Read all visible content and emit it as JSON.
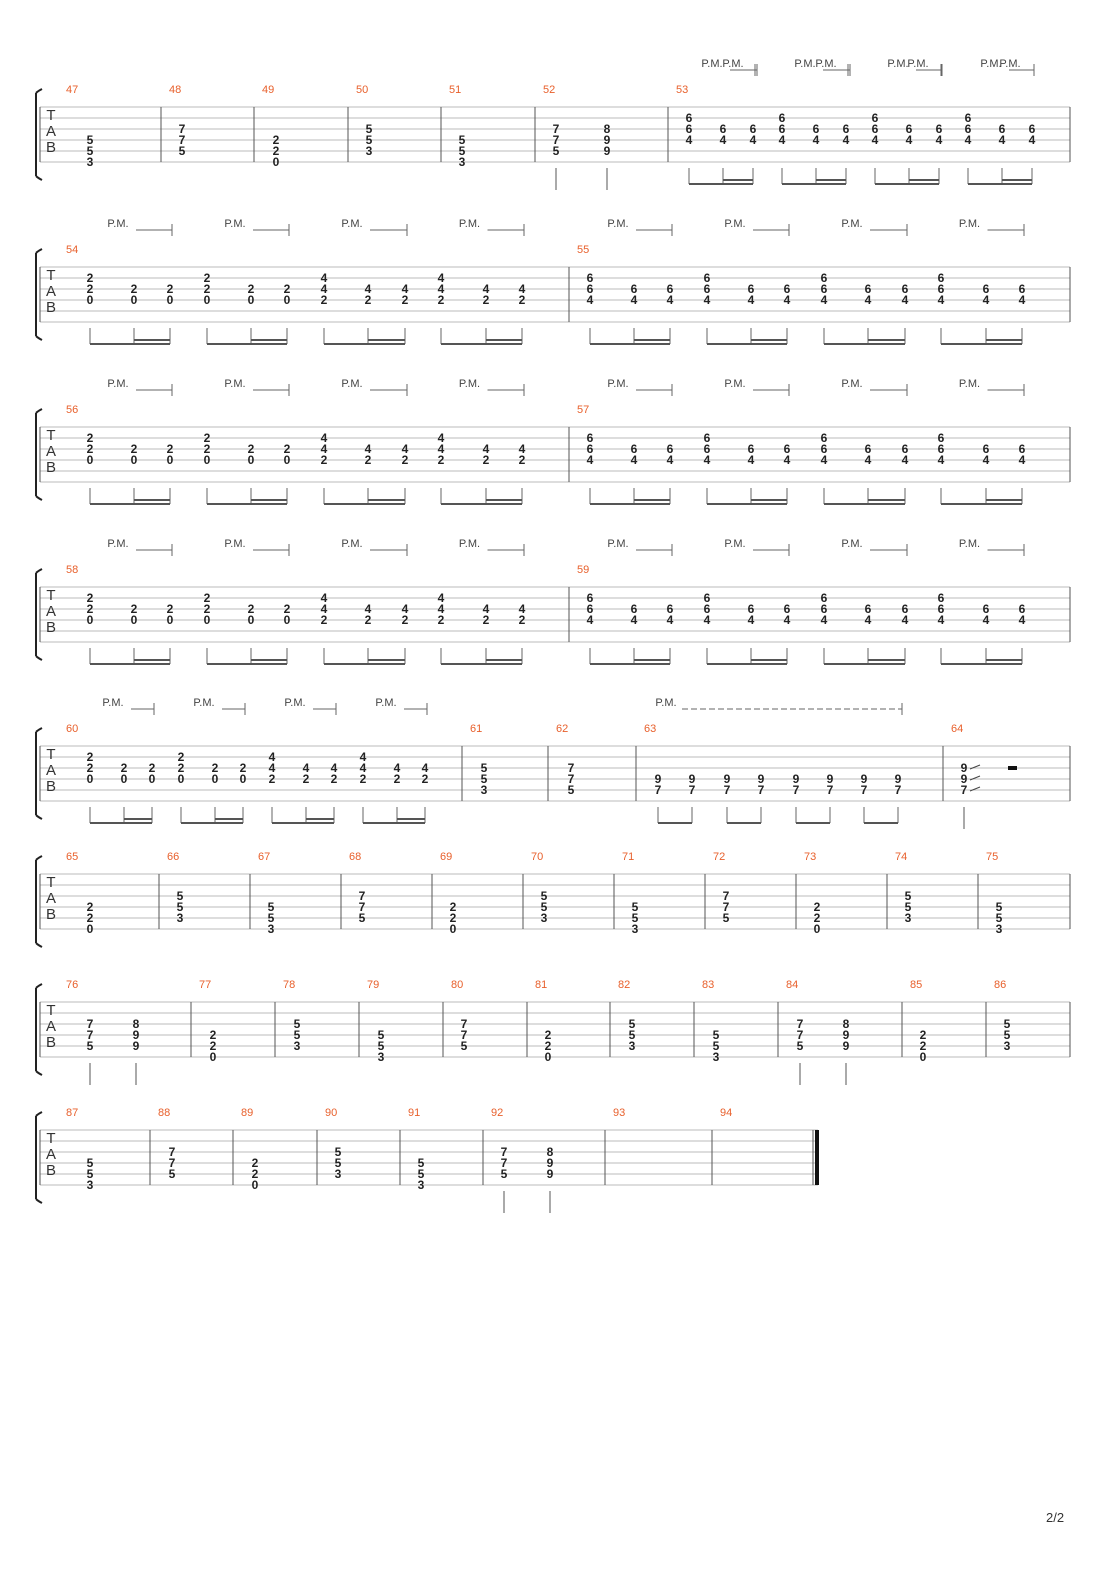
{
  "page": {
    "page_number": "2/2"
  },
  "tab_clef": [
    "T",
    "A",
    "B"
  ],
  "palm_mute_label": "P.M.",
  "rows": [
    {
      "measures": [
        {
          "number": "47",
          "chords": [
            [
              "5",
              "5",
              "3"
            ]
          ]
        },
        {
          "number": "48",
          "chords": [
            [
              "7",
              "7",
              "5"
            ]
          ]
        },
        {
          "number": "49",
          "chords": [
            [
              "2",
              "2",
              "0"
            ]
          ]
        },
        {
          "number": "50",
          "chords": [
            [
              "5",
              "5",
              "3"
            ]
          ]
        },
        {
          "number": "51",
          "chords": [
            [
              "5",
              "5",
              "3"
            ]
          ]
        },
        {
          "number": "52",
          "chords": [
            [
              "7",
              "7",
              "5"
            ],
            [
              "8",
              "9",
              "9"
            ]
          ]
        },
        {
          "number": "53",
          "chords": [
            [
              "6",
              "6",
              "4"
            ],
            [
              "6",
              "4"
            ],
            [
              "6",
              "4"
            ],
            [
              "6",
              "6",
              "4"
            ],
            [
              "6",
              "4"
            ],
            [
              "6",
              "4"
            ],
            [
              "6",
              "6",
              "4"
            ],
            [
              "6",
              "4"
            ],
            [
              "6",
              "4"
            ],
            [
              "6",
              "6",
              "4"
            ],
            [
              "6",
              "4"
            ],
            [
              "6",
              "4"
            ]
          ]
        }
      ]
    },
    {
      "measures": [
        {
          "number": "54",
          "chords": [
            [
              "2",
              "2",
              "0"
            ],
            [
              "2",
              "0"
            ],
            [
              "2",
              "0"
            ],
            [
              "2",
              "2",
              "0"
            ],
            [
              "2",
              "0"
            ],
            [
              "2",
              "0"
            ],
            [
              "4",
              "4",
              "2"
            ],
            [
              "4",
              "2"
            ],
            [
              "4",
              "2"
            ],
            [
              "4",
              "4",
              "2"
            ],
            [
              "4",
              "2"
            ],
            [
              "4",
              "2"
            ]
          ]
        },
        {
          "number": "55",
          "chords": [
            [
              "6",
              "6",
              "4"
            ],
            [
              "6",
              "4"
            ],
            [
              "6",
              "4"
            ],
            [
              "6",
              "6",
              "4"
            ],
            [
              "6",
              "4"
            ],
            [
              "6",
              "4"
            ],
            [
              "6",
              "6",
              "4"
            ],
            [
              "6",
              "4"
            ],
            [
              "6",
              "4"
            ],
            [
              "6",
              "6",
              "4"
            ],
            [
              "6",
              "4"
            ],
            [
              "6",
              "4"
            ]
          ]
        }
      ]
    },
    {
      "measures": [
        {
          "number": "56",
          "chords": [
            [
              "2",
              "2",
              "0"
            ],
            [
              "2",
              "0"
            ],
            [
              "2",
              "0"
            ],
            [
              "2",
              "2",
              "0"
            ],
            [
              "2",
              "0"
            ],
            [
              "2",
              "0"
            ],
            [
              "4",
              "4",
              "2"
            ],
            [
              "4",
              "2"
            ],
            [
              "4",
              "2"
            ],
            [
              "4",
              "4",
              "2"
            ],
            [
              "4",
              "2"
            ],
            [
              "4",
              "2"
            ]
          ]
        },
        {
          "number": "57",
          "chords": [
            [
              "6",
              "6",
              "4"
            ],
            [
              "6",
              "4"
            ],
            [
              "6",
              "4"
            ],
            [
              "6",
              "6",
              "4"
            ],
            [
              "6",
              "4"
            ],
            [
              "6",
              "4"
            ],
            [
              "6",
              "6",
              "4"
            ],
            [
              "6",
              "4"
            ],
            [
              "6",
              "4"
            ],
            [
              "6",
              "6",
              "4"
            ],
            [
              "6",
              "4"
            ],
            [
              "6",
              "4"
            ]
          ]
        }
      ]
    },
    {
      "measures": [
        {
          "number": "58",
          "chords": [
            [
              "2",
              "2",
              "0"
            ],
            [
              "2",
              "0"
            ],
            [
              "2",
              "0"
            ],
            [
              "2",
              "2",
              "0"
            ],
            [
              "2",
              "0"
            ],
            [
              "2",
              "0"
            ],
            [
              "4",
              "4",
              "2"
            ],
            [
              "4",
              "2"
            ],
            [
              "4",
              "2"
            ],
            [
              "4",
              "4",
              "2"
            ],
            [
              "4",
              "2"
            ],
            [
              "4",
              "2"
            ]
          ]
        },
        {
          "number": "59",
          "chords": [
            [
              "6",
              "6",
              "4"
            ],
            [
              "6",
              "4"
            ],
            [
              "6",
              "4"
            ],
            [
              "6",
              "6",
              "4"
            ],
            [
              "6",
              "4"
            ],
            [
              "6",
              "4"
            ],
            [
              "6",
              "6",
              "4"
            ],
            [
              "6",
              "4"
            ],
            [
              "6",
              "4"
            ],
            [
              "6",
              "6",
              "4"
            ],
            [
              "6",
              "4"
            ],
            [
              "6",
              "4"
            ]
          ]
        }
      ]
    },
    {
      "measures": [
        {
          "number": "60",
          "chords": [
            [
              "2",
              "2",
              "0"
            ],
            [
              "2",
              "0"
            ],
            [
              "2",
              "0"
            ],
            [
              "2",
              "2",
              "0"
            ],
            [
              "2",
              "0"
            ],
            [
              "2",
              "0"
            ],
            [
              "4",
              "4",
              "2"
            ],
            [
              "4",
              "2"
            ],
            [
              "4",
              "2"
            ],
            [
              "4",
              "4",
              "2"
            ],
            [
              "4",
              "2"
            ],
            [
              "4",
              "2"
            ]
          ]
        },
        {
          "number": "61",
          "chords": [
            [
              "5",
              "5",
              "3"
            ]
          ]
        },
        {
          "number": "62",
          "chords": [
            [
              "7",
              "7",
              "5"
            ]
          ]
        },
        {
          "number": "63",
          "chords": [
            [
              "9",
              "7"
            ],
            [
              "9",
              "7"
            ],
            [
              "9",
              "7"
            ],
            [
              "9",
              "7"
            ],
            [
              "9",
              "7"
            ],
            [
              "9",
              "7"
            ],
            [
              "9",
              "7"
            ],
            [
              "9",
              "7"
            ]
          ]
        },
        {
          "number": "64",
          "chords": [
            [
              "9",
              "9",
              "7"
            ]
          ]
        }
      ]
    },
    {
      "measures": [
        {
          "number": "65",
          "chords": [
            [
              "2",
              "2",
              "0"
            ]
          ]
        },
        {
          "number": "66",
          "chords": [
            [
              "5",
              "5",
              "3"
            ]
          ]
        },
        {
          "number": "67",
          "chords": [
            [
              "5",
              "5",
              "3"
            ]
          ]
        },
        {
          "number": "68",
          "chords": [
            [
              "7",
              "7",
              "5"
            ]
          ]
        },
        {
          "number": "69",
          "chords": [
            [
              "2",
              "2",
              "0"
            ]
          ]
        },
        {
          "number": "70",
          "chords": [
            [
              "5",
              "5",
              "3"
            ]
          ]
        },
        {
          "number": "71",
          "chords": [
            [
              "5",
              "5",
              "3"
            ]
          ]
        },
        {
          "number": "72",
          "chords": [
            [
              "7",
              "7",
              "5"
            ]
          ]
        },
        {
          "number": "73",
          "chords": [
            [
              "2",
              "2",
              "0"
            ]
          ]
        },
        {
          "number": "74",
          "chords": [
            [
              "5",
              "5",
              "3"
            ]
          ]
        },
        {
          "number": "75",
          "chords": [
            [
              "5",
              "5",
              "3"
            ]
          ]
        }
      ]
    },
    {
      "measures": [
        {
          "number": "76",
          "chords": [
            [
              "7",
              "7",
              "5"
            ],
            [
              "8",
              "9",
              "9"
            ]
          ]
        },
        {
          "number": "77",
          "chords": [
            [
              "2",
              "2",
              "0"
            ]
          ]
        },
        {
          "number": "78",
          "chords": [
            [
              "5",
              "5",
              "3"
            ]
          ]
        },
        {
          "number": "79",
          "chords": [
            [
              "5",
              "5",
              "3"
            ]
          ]
        },
        {
          "number": "80",
          "chords": [
            [
              "7",
              "7",
              "5"
            ]
          ]
        },
        {
          "number": "81",
          "chords": [
            [
              "2",
              "2",
              "0"
            ]
          ]
        },
        {
          "number": "82",
          "chords": [
            [
              "5",
              "5",
              "3"
            ]
          ]
        },
        {
          "number": "83",
          "chords": [
            [
              "5",
              "5",
              "3"
            ]
          ]
        },
        {
          "number": "84",
          "chords": [
            [
              "7",
              "7",
              "5"
            ],
            [
              "8",
              "9",
              "9"
            ]
          ]
        },
        {
          "number": "85",
          "chords": [
            [
              "2",
              "2",
              "0"
            ]
          ]
        },
        {
          "number": "86",
          "chords": [
            [
              "5",
              "5",
              "3"
            ]
          ]
        }
      ]
    },
    {
      "measures": [
        {
          "number": "87",
          "chords": [
            [
              "5",
              "5",
              "3"
            ]
          ]
        },
        {
          "number": "88",
          "chords": [
            [
              "7",
              "7",
              "5"
            ]
          ]
        },
        {
          "number": "89",
          "chords": [
            [
              "2",
              "2",
              "0"
            ]
          ]
        },
        {
          "number": "90",
          "chords": [
            [
              "5",
              "5",
              "3"
            ]
          ]
        },
        {
          "number": "91",
          "chords": [
            [
              "5",
              "5",
              "3"
            ]
          ]
        },
        {
          "number": "92",
          "chords": [
            [
              "7",
              "7",
              "5"
            ],
            [
              "8",
              "9",
              "9"
            ]
          ]
        },
        {
          "number": "93",
          "chords": []
        },
        {
          "number": "94",
          "chords": []
        }
      ]
    }
  ]
}
